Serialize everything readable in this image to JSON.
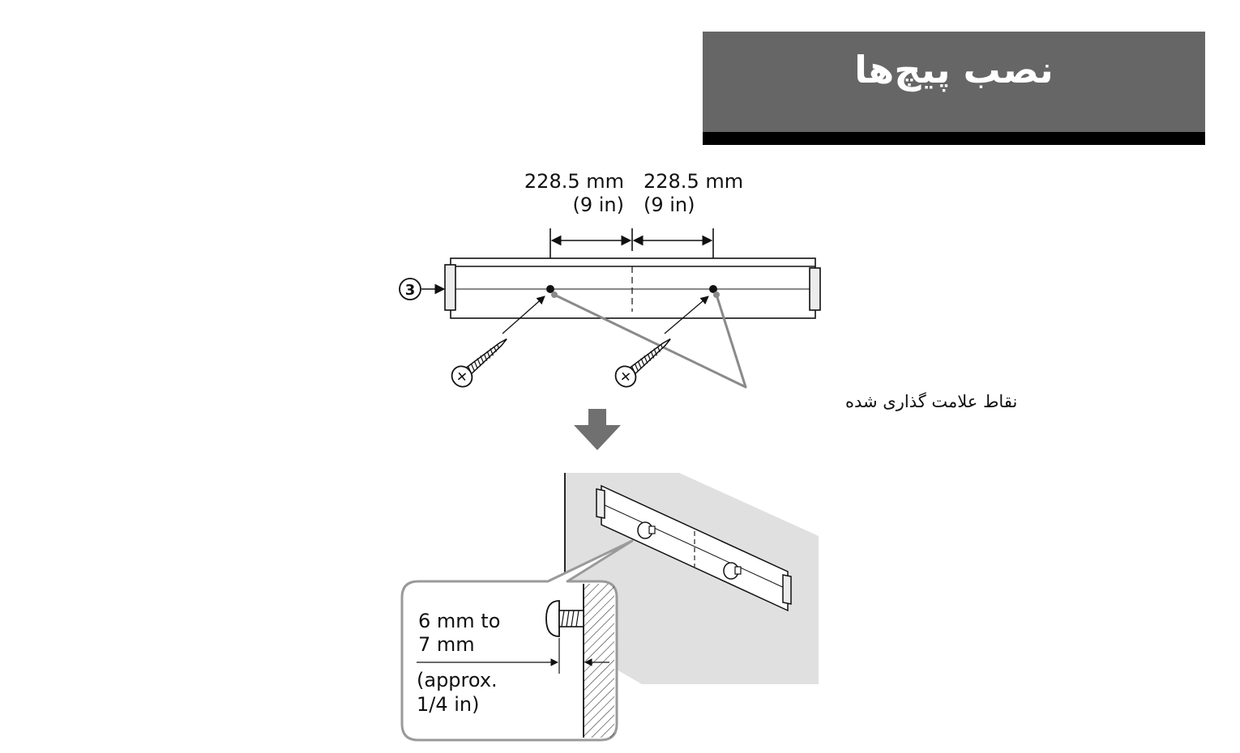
{
  "header": {
    "title": "نصب پیچ‌ها",
    "background": "#666666",
    "underline": "#000000"
  },
  "top_diagram": {
    "spacing_left": {
      "metric": "228.5 mm",
      "imperial": "(9 in)"
    },
    "spacing_right": {
      "metric": "228.5 mm",
      "imperial": "(9 in)"
    },
    "bracket_callout": "3",
    "marked_points_label": "نقاط علامت گذاری شده"
  },
  "detail": {
    "depth_line1": "6 mm to",
    "depth_line2": "7 mm",
    "approx_line1": "(approx.",
    "approx_line2": "1/4 in)"
  },
  "colors": {
    "wall": "#e0e0e0",
    "arrow": "#707070",
    "leader": "#8a8a8a"
  },
  "icons": [
    "screw-icon",
    "down-arrow-icon"
  ]
}
